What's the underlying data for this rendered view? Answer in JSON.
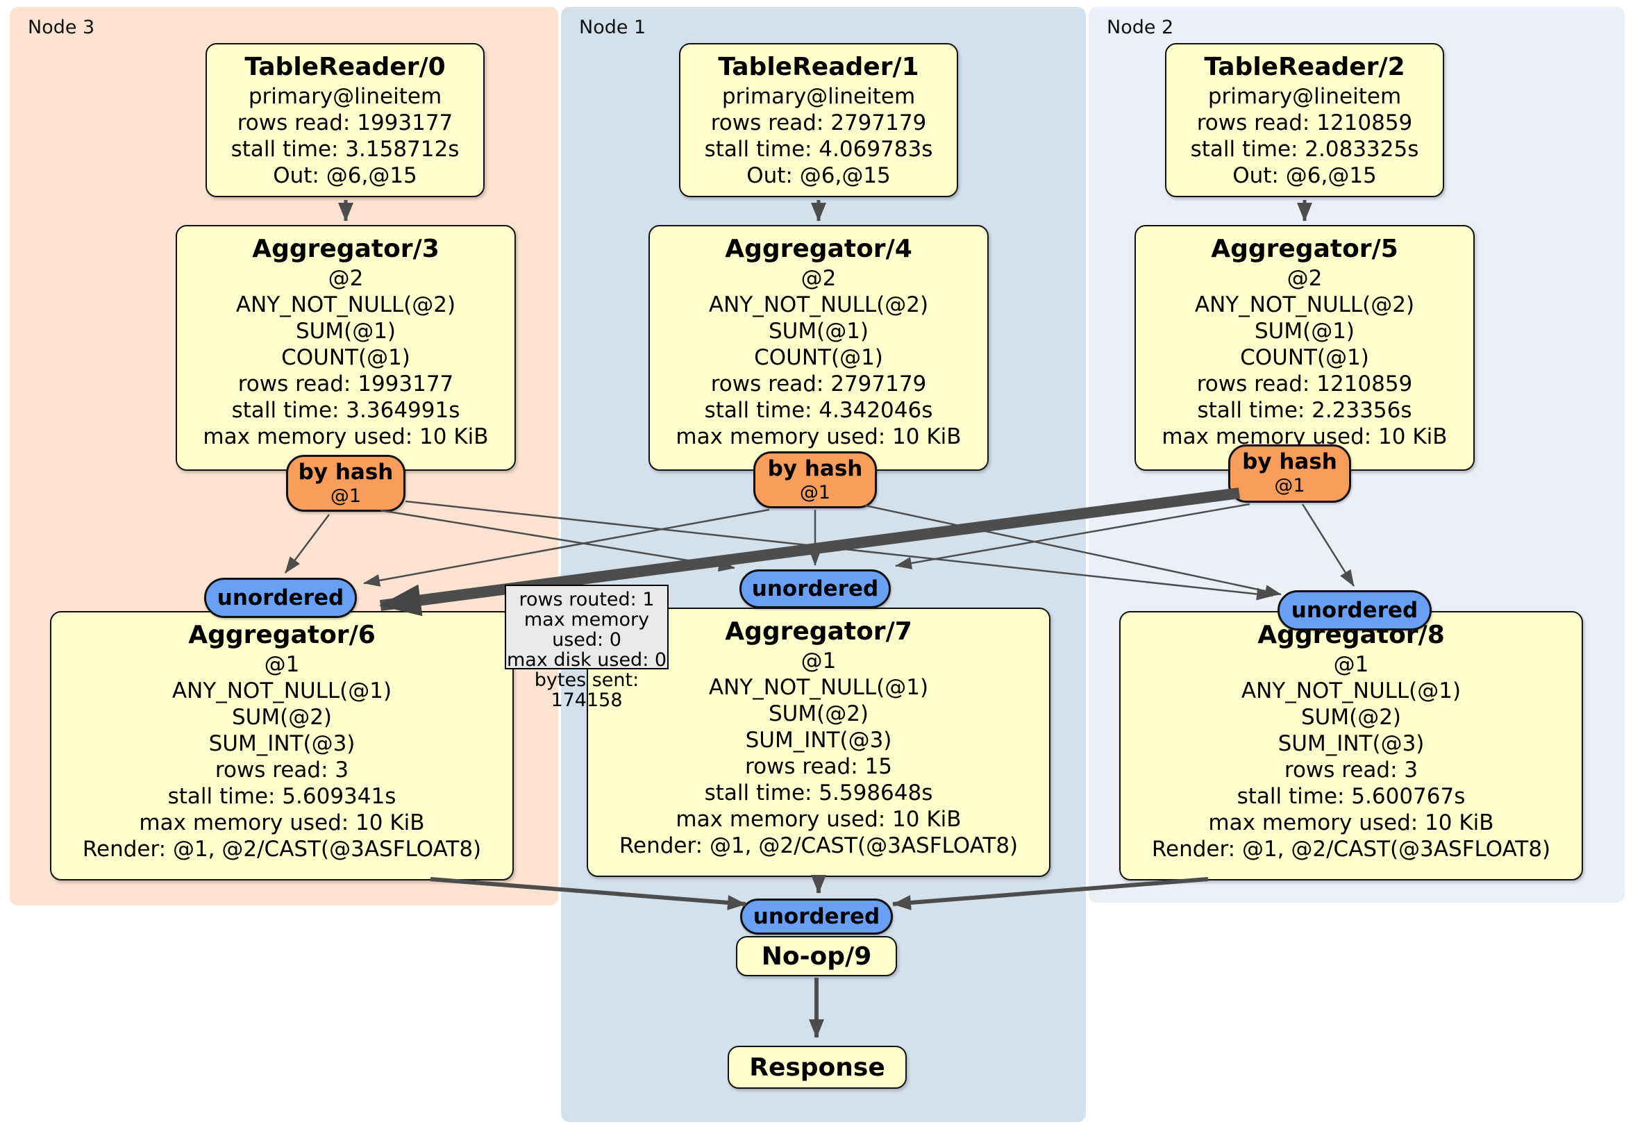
{
  "diagram": {
    "type": "distsql-plan",
    "colors": {
      "node3_bg": "#fce2d0",
      "node1_bg": "#d3e1ed",
      "node2_bg": "#eaeff8",
      "processor_fill": "#ffffcd",
      "router_fill": "#f89d5c",
      "stream_fill": "#69a0f5",
      "edge": "#4d4d4d",
      "tooltip_bg": "#e9e9e9"
    }
  },
  "regions": [
    {
      "label": "Node 3"
    },
    {
      "label": "Node 1"
    },
    {
      "label": "Node 2"
    }
  ],
  "processors": {
    "tr0": {
      "title": "TableReader/0",
      "lines": [
        "primary@lineitem",
        "rows read: 1993177",
        "stall time: 3.158712s",
        "Out: @6,@15"
      ]
    },
    "tr1": {
      "title": "TableReader/1",
      "lines": [
        "primary@lineitem",
        "rows read: 2797179",
        "stall time: 4.069783s",
        "Out: @6,@15"
      ]
    },
    "tr2": {
      "title": "TableReader/2",
      "lines": [
        "primary@lineitem",
        "rows read: 1210859",
        "stall time: 2.083325s",
        "Out: @6,@15"
      ]
    },
    "agg3": {
      "title": "Aggregator/3",
      "lines": [
        "@2",
        "ANY_NOT_NULL(@2)",
        "SUM(@1)",
        "COUNT(@1)",
        "rows read: 1993177",
        "stall time: 3.364991s",
        "max memory used: 10 KiB"
      ]
    },
    "agg4": {
      "title": "Aggregator/4",
      "lines": [
        "@2",
        "ANY_NOT_NULL(@2)",
        "SUM(@1)",
        "COUNT(@1)",
        "rows read: 2797179",
        "stall time: 4.342046s",
        "max memory used: 10 KiB"
      ]
    },
    "agg5": {
      "title": "Aggregator/5",
      "lines": [
        "@2",
        "ANY_NOT_NULL(@2)",
        "SUM(@1)",
        "COUNT(@1)",
        "rows read: 1210859",
        "stall time: 2.23356s",
        "max memory used: 10 KiB"
      ]
    },
    "agg6": {
      "title": "Aggregator/6",
      "lines": [
        "@1",
        "ANY_NOT_NULL(@1)",
        "SUM(@2)",
        "SUM_INT(@3)",
        "rows read: 3",
        "stall time: 5.609341s",
        "max memory used: 10 KiB",
        "Render: @1, @2/CAST(@3ASFLOAT8)"
      ]
    },
    "agg7": {
      "title": "Aggregator/7",
      "lines": [
        "@1",
        "ANY_NOT_NULL(@1)",
        "SUM(@2)",
        "SUM_INT(@3)",
        "rows read: 15",
        "stall time: 5.598648s",
        "max memory used: 10 KiB",
        "Render: @1, @2/CAST(@3ASFLOAT8)"
      ]
    },
    "agg8": {
      "title": "Aggregator/8",
      "lines": [
        "@1",
        "ANY_NOT_NULL(@1)",
        "SUM(@2)",
        "SUM_INT(@3)",
        "rows read: 3",
        "stall time: 5.600767s",
        "max memory used: 10 KiB",
        "Render: @1, @2/CAST(@3ASFLOAT8)"
      ]
    },
    "noop": {
      "title": "No-op/9"
    },
    "response": {
      "title": "Response"
    }
  },
  "routers": {
    "by_hash_label": "by hash",
    "by_hash_sub": "@1"
  },
  "streams": {
    "unordered_label": "unordered"
  },
  "tooltip": {
    "lines": [
      "rows routed: 1",
      "max memory used: 0",
      "max disk used: 0",
      "bytes sent: 174158"
    ]
  }
}
